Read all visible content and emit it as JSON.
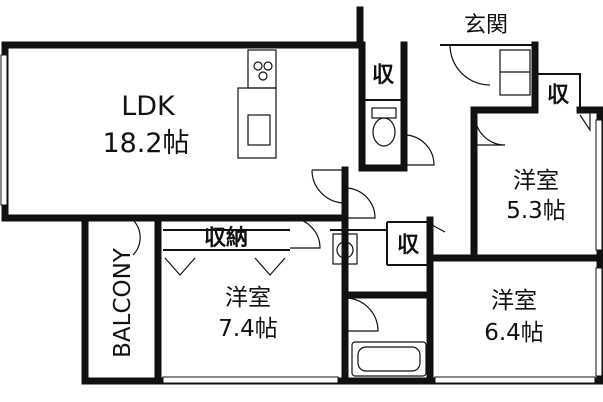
{
  "rooms": {
    "ldk": {
      "name": "LDK",
      "size": "18.2帖"
    },
    "western_a": {
      "name": "洋室",
      "size": "5.3帖"
    },
    "western_b": {
      "name": "洋室",
      "size": "7.4帖"
    },
    "western_c": {
      "name": "洋室",
      "size": "6.4帖"
    }
  },
  "labels": {
    "entrance": "玄関",
    "storage": "収",
    "closet": "収納",
    "balcony": "BALCONY"
  }
}
